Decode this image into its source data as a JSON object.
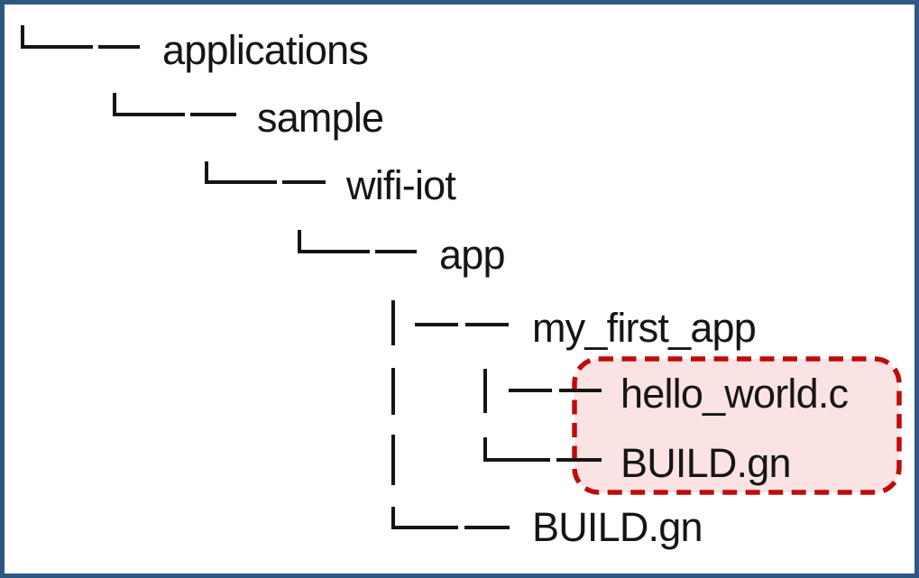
{
  "diagram": {
    "type": "directory-tree",
    "nodes": [
      {
        "label": "applications",
        "depth": 1,
        "highlighted": false
      },
      {
        "label": "sample",
        "depth": 2,
        "highlighted": false
      },
      {
        "label": "wifi-iot",
        "depth": 3,
        "highlighted": false
      },
      {
        "label": "app",
        "depth": 4,
        "highlighted": false
      },
      {
        "label": "my_first_app",
        "depth": 5,
        "highlighted": false
      },
      {
        "label": "hello_world.c",
        "depth": 6,
        "highlighted": true
      },
      {
        "label": "BUILD.gn",
        "depth": 6,
        "highlighted": true
      },
      {
        "label": "BUILD.gn",
        "depth": 5,
        "highlighted": false
      }
    ],
    "highlight": {
      "style": "dashed-rounded-rectangle",
      "border_color": "#bf0b0b",
      "fill_color": "#fce3e3"
    },
    "colors": {
      "frame_border": "#2d5886",
      "connector_line": "#151515",
      "text": "#151515",
      "background": "#ffffff"
    }
  }
}
